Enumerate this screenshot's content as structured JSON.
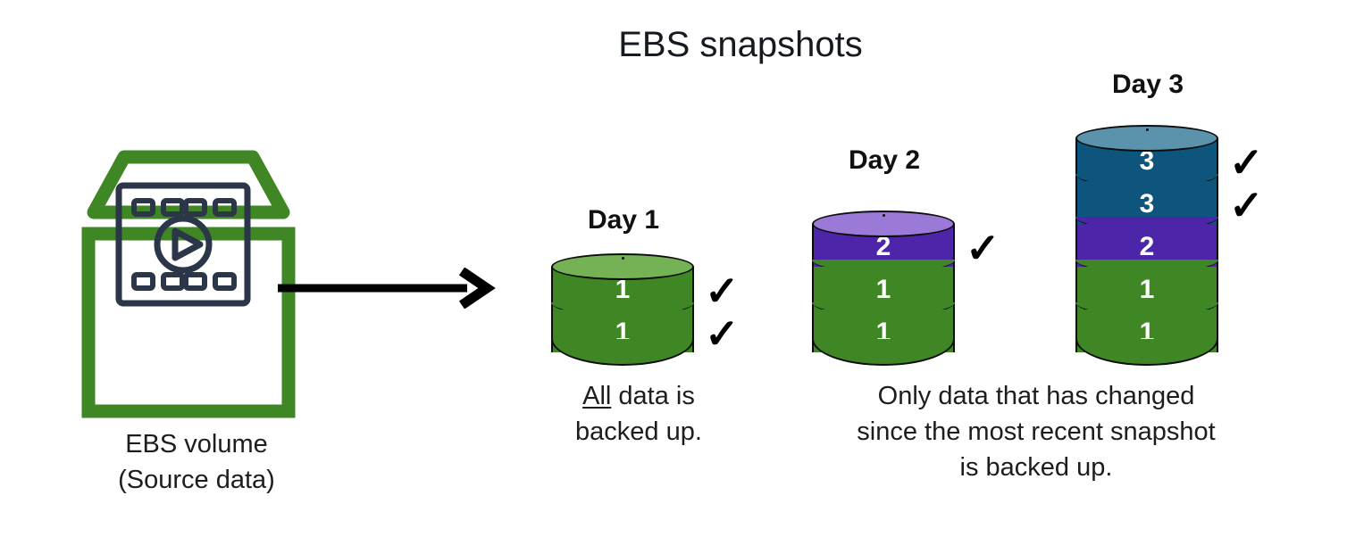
{
  "title": "EBS snapshots",
  "colors": {
    "green": "#3f8624",
    "green_cap": "#74b255",
    "purple": "#4c25a8",
    "purple_cap": "#9a7ad6",
    "teal": "#0d557c",
    "teal_cap": "#5b93ad",
    "outline": "#0d0d0d",
    "icon_green": "#3f8624",
    "icon_navy": "#2b3648",
    "text": "#1d1d1d"
  },
  "source": {
    "icon_name": "ebs-volume-icon",
    "caption_line1": "EBS volume",
    "caption_line2": "(Source data)"
  },
  "arrow": {
    "icon_name": "right-arrow-icon",
    "direction": "right"
  },
  "days": [
    {
      "id": "day1",
      "label": "Day 1",
      "segments": [
        {
          "value": "1",
          "color": "green"
        },
        {
          "value": "1",
          "color": "green"
        }
      ],
      "cap_color": "green_cap",
      "checkmarks": 2,
      "check_glyph": "✓"
    },
    {
      "id": "day2",
      "label": "Day 2",
      "segments": [
        {
          "value": "2",
          "color": "purple"
        },
        {
          "value": "1",
          "color": "green"
        },
        {
          "value": "1",
          "color": "green"
        }
      ],
      "cap_color": "purple_cap",
      "checkmarks": 1,
      "check_glyph": "✓"
    },
    {
      "id": "day3",
      "label": "Day 3",
      "segments": [
        {
          "value": "3",
          "color": "teal"
        },
        {
          "value": "3",
          "color": "teal"
        },
        {
          "value": "2",
          "color": "purple"
        },
        {
          "value": "1",
          "color": "green"
        },
        {
          "value": "1",
          "color": "green"
        }
      ],
      "cap_color": "teal_cap",
      "checkmarks": 2,
      "check_glyph": "✓"
    }
  ],
  "captions": {
    "day1": {
      "emphasis": "All",
      "rest": " data is",
      "line2": "backed up."
    },
    "day23": {
      "line1": "Only data that has changed",
      "line2": "since the most recent snapshot",
      "line3": "is backed up."
    }
  }
}
